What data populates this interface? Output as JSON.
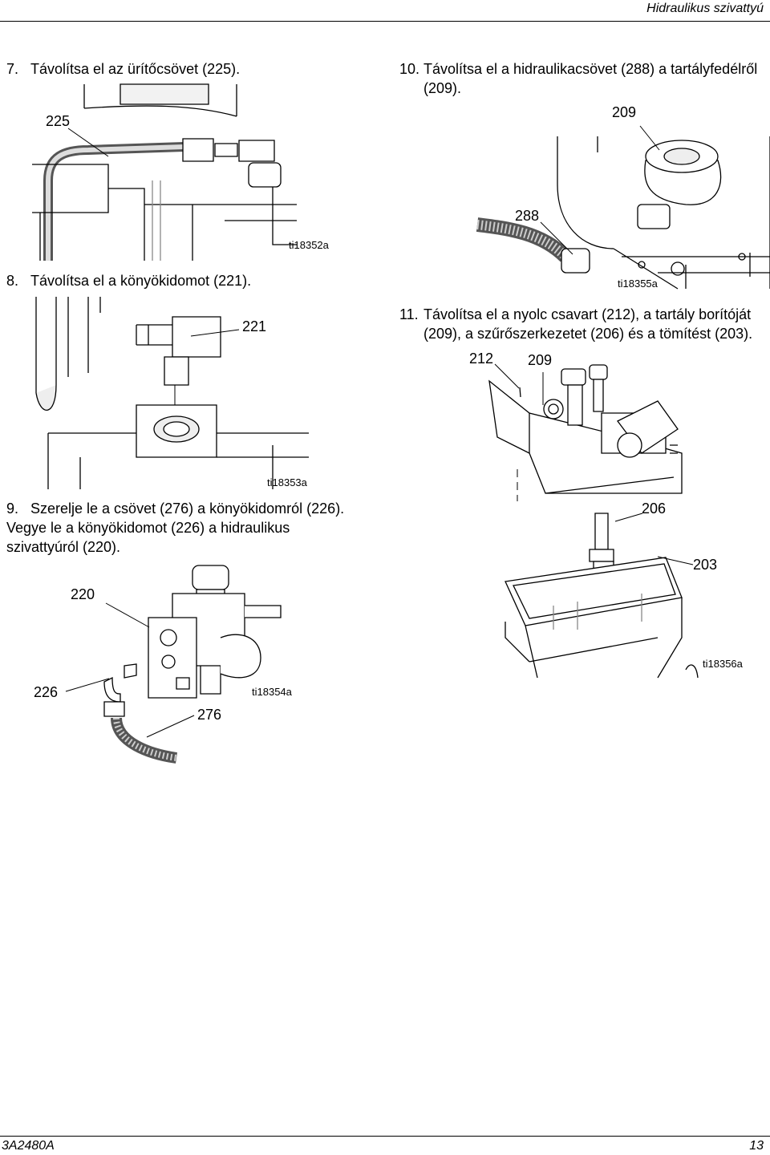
{
  "header": {
    "title": "Hidraulikus szivattyú"
  },
  "steps": {
    "s7": {
      "number": "7.",
      "text": "Távolítsa el az ürítőcsövet (225)."
    },
    "s8": {
      "number": "8.",
      "text": "Távolítsa el a könyökidomot (221)."
    },
    "s9": {
      "number": "9.",
      "line1": "Szerelje le a csövet (276) a könyökidomról (226).",
      "line2": "Vegye le a könyökidomot (226) a hidraulikus",
      "line3": "szivattyúról (220)."
    },
    "s10": {
      "number": "10.",
      "line1": "Távolítsa el a hidraulikacsövet (288) a tartályfedélről",
      "line2": "(209)."
    },
    "s11": {
      "number": "11.",
      "line1": "Távolítsa el a nyolc csavart (212), a tartály borítóját",
      "line2": "(209), a szűrőszerkezetet (206) és a tömítést (203)."
    }
  },
  "callouts": {
    "c225": "225",
    "c221": "221",
    "c220": "220",
    "c226": "226",
    "c276": "276",
    "c209a": "209",
    "c288": "288",
    "c212": "212",
    "c209b": "209",
    "c206": "206",
    "c203": "203"
  },
  "figures": {
    "f1": "ti18352a",
    "f2": "ti18353a",
    "f3": "ti18354a",
    "f4": "ti18355a",
    "f5": "ti18356a"
  },
  "footer": {
    "doc_number": "3A2480A",
    "page_number": "13"
  }
}
